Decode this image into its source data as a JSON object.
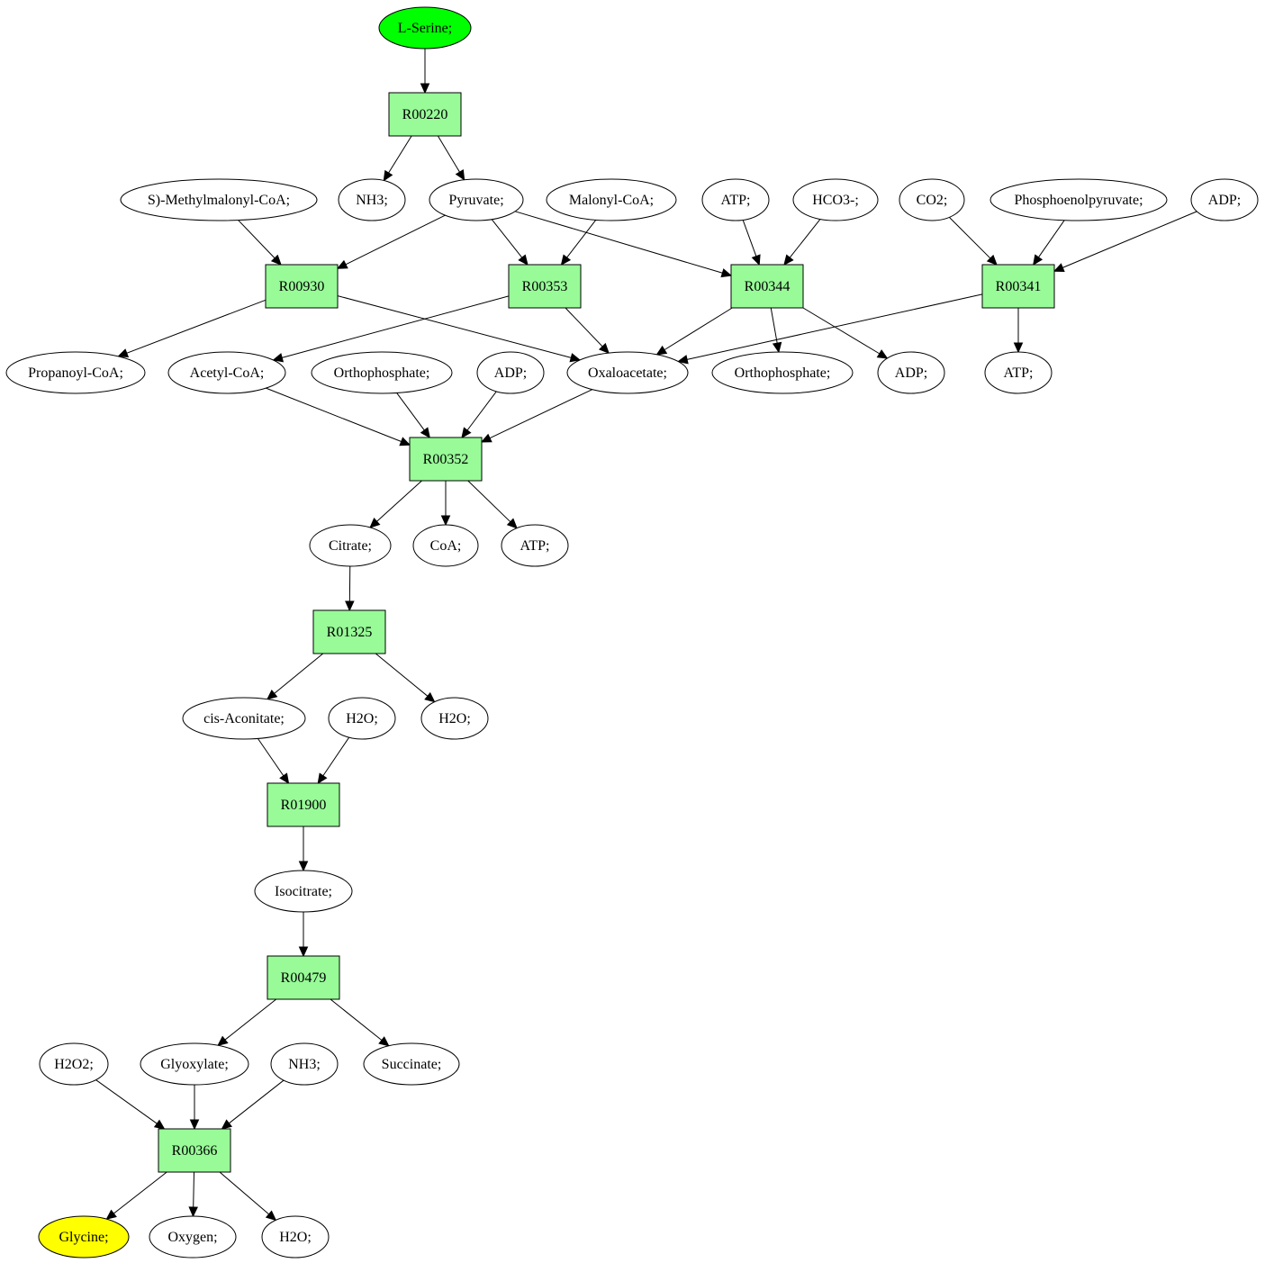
{
  "colors": {
    "reaction_fill": "#98fb98",
    "start_fill": "#00ff00",
    "end_fill": "#ffff00",
    "compound_fill": "#ffffff",
    "stroke": "#000000"
  },
  "nodes": [
    {
      "id": "n_lserine",
      "kind": "compound",
      "role": "start",
      "label": "L-Serine;"
    },
    {
      "id": "r00220",
      "kind": "reaction",
      "label": "R00220"
    },
    {
      "id": "n_methylmalonyl",
      "kind": "compound",
      "label": "S)-Methylmalonyl-CoA;"
    },
    {
      "id": "n_nh3_a",
      "kind": "compound",
      "label": "NH3;"
    },
    {
      "id": "n_pyruvate",
      "kind": "compound",
      "label": "Pyruvate;"
    },
    {
      "id": "n_malonyl",
      "kind": "compound",
      "label": "Malonyl-CoA;"
    },
    {
      "id": "n_atp_a",
      "kind": "compound",
      "label": "ATP;"
    },
    {
      "id": "n_hco3",
      "kind": "compound",
      "label": "HCO3-;"
    },
    {
      "id": "n_co2",
      "kind": "compound",
      "label": "CO2;"
    },
    {
      "id": "n_pep",
      "kind": "compound",
      "label": "Phosphoenolpyruvate;"
    },
    {
      "id": "n_adp_a",
      "kind": "compound",
      "label": "ADP;"
    },
    {
      "id": "r00930",
      "kind": "reaction",
      "label": "R00930"
    },
    {
      "id": "r00353",
      "kind": "reaction",
      "label": "R00353"
    },
    {
      "id": "r00344",
      "kind": "reaction",
      "label": "R00344"
    },
    {
      "id": "r00341",
      "kind": "reaction",
      "label": "R00341"
    },
    {
      "id": "n_propanoyl",
      "kind": "compound",
      "label": "Propanoyl-CoA;"
    },
    {
      "id": "n_acetyl",
      "kind": "compound",
      "label": "Acetyl-CoA;"
    },
    {
      "id": "n_ortho_a",
      "kind": "compound",
      "label": "Orthophosphate;"
    },
    {
      "id": "n_adp_b",
      "kind": "compound",
      "label": "ADP;"
    },
    {
      "id": "n_oxaloacetate",
      "kind": "compound",
      "label": "Oxaloacetate;"
    },
    {
      "id": "n_ortho_b",
      "kind": "compound",
      "label": "Orthophosphate;"
    },
    {
      "id": "n_adp_c",
      "kind": "compound",
      "label": "ADP;"
    },
    {
      "id": "n_atp_b",
      "kind": "compound",
      "label": "ATP;"
    },
    {
      "id": "r00352",
      "kind": "reaction",
      "label": "R00352"
    },
    {
      "id": "n_citrate",
      "kind": "compound",
      "label": "Citrate;"
    },
    {
      "id": "n_coa",
      "kind": "compound",
      "label": "CoA;"
    },
    {
      "id": "n_atp_c",
      "kind": "compound",
      "label": "ATP;"
    },
    {
      "id": "r01325",
      "kind": "reaction",
      "label": "R01325"
    },
    {
      "id": "n_cisaconitate",
      "kind": "compound",
      "label": "cis-Aconitate;"
    },
    {
      "id": "n_h2o_a",
      "kind": "compound",
      "label": "H2O;"
    },
    {
      "id": "n_h2o_b",
      "kind": "compound",
      "label": "H2O;"
    },
    {
      "id": "r01900",
      "kind": "reaction",
      "label": "R01900"
    },
    {
      "id": "n_isocitrate",
      "kind": "compound",
      "label": "Isocitrate;"
    },
    {
      "id": "r00479",
      "kind": "reaction",
      "label": "R00479"
    },
    {
      "id": "n_h2o2",
      "kind": "compound",
      "label": "H2O2;"
    },
    {
      "id": "n_glyoxylate",
      "kind": "compound",
      "label": "Glyoxylate;"
    },
    {
      "id": "n_nh3_b",
      "kind": "compound",
      "label": "NH3;"
    },
    {
      "id": "n_succinate",
      "kind": "compound",
      "label": "Succinate;"
    },
    {
      "id": "r00366",
      "kind": "reaction",
      "label": "R00366"
    },
    {
      "id": "n_glycine",
      "kind": "compound",
      "role": "end",
      "label": "Glycine;"
    },
    {
      "id": "n_oxygen",
      "kind": "compound",
      "label": "Oxygen;"
    },
    {
      "id": "n_h2o_c",
      "kind": "compound",
      "label": "H2O;"
    }
  ],
  "edges": [
    {
      "from": "n_lserine",
      "to": "r00220"
    },
    {
      "from": "r00220",
      "to": "n_nh3_a"
    },
    {
      "from": "r00220",
      "to": "n_pyruvate"
    },
    {
      "from": "n_methylmalonyl",
      "to": "r00930"
    },
    {
      "from": "n_pyruvate",
      "to": "r00930"
    },
    {
      "from": "n_pyruvate",
      "to": "r00353"
    },
    {
      "from": "n_malonyl",
      "to": "r00353"
    },
    {
      "from": "n_pyruvate",
      "to": "r00344"
    },
    {
      "from": "n_atp_a",
      "to": "r00344"
    },
    {
      "from": "n_hco3",
      "to": "r00344"
    },
    {
      "from": "n_co2",
      "to": "r00341"
    },
    {
      "from": "n_pep",
      "to": "r00341"
    },
    {
      "from": "n_adp_a",
      "to": "r00341"
    },
    {
      "from": "r00930",
      "to": "n_propanoyl"
    },
    {
      "from": "r00930",
      "to": "n_oxaloacetate"
    },
    {
      "from": "r00353",
      "to": "n_acetyl"
    },
    {
      "from": "r00353",
      "to": "n_oxaloacetate"
    },
    {
      "from": "r00344",
      "to": "n_oxaloacetate"
    },
    {
      "from": "r00344",
      "to": "n_ortho_b"
    },
    {
      "from": "r00344",
      "to": "n_adp_c"
    },
    {
      "from": "r00341",
      "to": "n_oxaloacetate"
    },
    {
      "from": "r00341",
      "to": "n_atp_b"
    },
    {
      "from": "n_acetyl",
      "to": "r00352"
    },
    {
      "from": "n_ortho_a",
      "to": "r00352"
    },
    {
      "from": "n_adp_b",
      "to": "r00352"
    },
    {
      "from": "n_oxaloacetate",
      "to": "r00352"
    },
    {
      "from": "r00352",
      "to": "n_citrate"
    },
    {
      "from": "r00352",
      "to": "n_coa"
    },
    {
      "from": "r00352",
      "to": "n_atp_c"
    },
    {
      "from": "n_citrate",
      "to": "r01325"
    },
    {
      "from": "r01325",
      "to": "n_cisaconitate"
    },
    {
      "from": "r01325",
      "to": "n_h2o_b"
    },
    {
      "from": "n_cisaconitate",
      "to": "r01900"
    },
    {
      "from": "n_h2o_a",
      "to": "r01900"
    },
    {
      "from": "r01900",
      "to": "n_isocitrate"
    },
    {
      "from": "n_isocitrate",
      "to": "r00479"
    },
    {
      "from": "r00479",
      "to": "n_glyoxylate"
    },
    {
      "from": "r00479",
      "to": "n_succinate"
    },
    {
      "from": "n_h2o2",
      "to": "r00366"
    },
    {
      "from": "n_glyoxylate",
      "to": "r00366"
    },
    {
      "from": "n_nh3_b",
      "to": "r00366"
    },
    {
      "from": "r00366",
      "to": "n_glycine"
    },
    {
      "from": "r00366",
      "to": "n_oxygen"
    },
    {
      "from": "r00366",
      "to": "n_h2o_c"
    }
  ]
}
